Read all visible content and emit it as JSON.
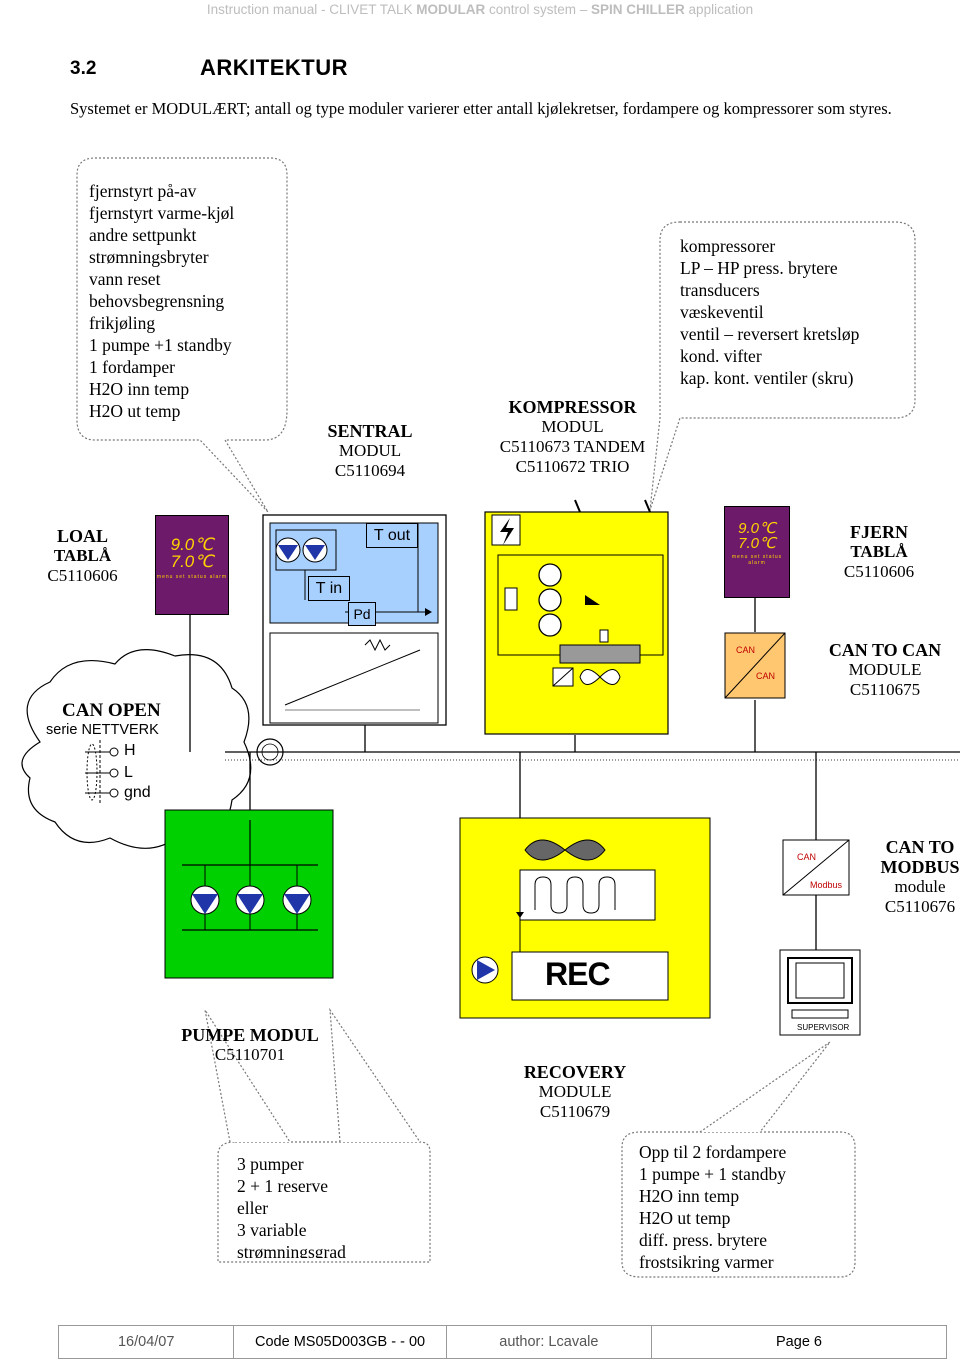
{
  "header": {
    "part1": "Instruction manual - CLIVET TALK ",
    "bold1": "MODULAR",
    "part2": " control system – ",
    "bold2": "SPIN CHILLER",
    "part3": " application"
  },
  "section": {
    "number": "3.2",
    "title": "ARKITEKTUR"
  },
  "intro": "Systemet er MODULÆRT; antall og type moduler varierer etter antall kjølekretser, fordampere og kompressorer som styres.",
  "bubbles": {
    "central_features": [
      "fjernstyrt på-av",
      "fjernstyrt varme-kjøl",
      "andre settpunkt",
      "strømningsbryter",
      "vann reset",
      "behovsbegrensning",
      "frikjøling",
      "1 pumpe +1 standby",
      "1 fordamper",
      "H2O inn temp",
      "H2O ut temp"
    ],
    "compressor_features": [
      "kompressorer",
      "LP – HP press. brytere",
      "transducers",
      "væskeventil",
      "ventil – reversert kretsløp",
      "kond. vifter",
      "kap. kont. ventiler (skru)"
    ],
    "pump_features": [
      "3 pumper",
      "2 + 1 reserve",
      "eller",
      "3 variable",
      "strømningsgrad"
    ],
    "recovery_features": [
      "Opp til 2 fordampere",
      "1 pumpe + 1 standby",
      "H2O inn temp",
      "H2O ut temp",
      "diff. press. brytere",
      "frostsikring varmer"
    ]
  },
  "modules": {
    "sentral": {
      "l1": "SENTRAL",
      "l2": "MODUL",
      "l3": "C5110694"
    },
    "kompressor": {
      "l1": "KOMPRESSOR",
      "l2": "MODUL",
      "l3": "C5110673 TANDEM",
      "l4": "C5110672 TRIO"
    },
    "local_panel": {
      "l1": "LOAL",
      "l2": "TABLÅ",
      "l3": "C5110606"
    },
    "remote_panel": {
      "l1": "FJERN",
      "l2": "TABLÅ",
      "l3": "C5110606"
    },
    "can_to_can": {
      "l1": "CAN TO CAN",
      "l2": "MODULE",
      "l3": "C5110675"
    },
    "can_to_modbus": {
      "l1": "CAN TO",
      "l2": "MODBUS",
      "l3": "module",
      "l4": "C5110676"
    },
    "pump": {
      "l1": "PUMPE MODUL",
      "l2": "C5110701"
    },
    "recovery": {
      "l1": "RECOVERY",
      "l2": "MODULE",
      "l3": "C5110679"
    }
  },
  "display": {
    "line1": "9.0℃",
    "line2": "7.0℃",
    "menu": "menu set status alarm"
  },
  "labels": {
    "t_out": "T out",
    "t_in": "T in",
    "pd": "Pd",
    "can": "CAN",
    "modbus": "Modbus",
    "rec": "REC",
    "supervisor": "SUPERVISOR"
  },
  "can_open": {
    "title": "CAN OPEN",
    "subtitle": "serie NETTVERK",
    "h": "H",
    "l": "L",
    "gnd": "gnd"
  },
  "footer": {
    "date": "16/04/07",
    "code": "Code MS05D003GB - - 00",
    "author": "author: Lcavale",
    "page": "Page 6"
  },
  "colors": {
    "central_fill": "#a8d0ff",
    "compressor_fill": "#ffff00",
    "pump_fill": "#00d000",
    "recovery_fill": "#ffff00",
    "lcd_fill": "#6e1a6b",
    "can_module_fill": "#ffc870",
    "pump_symbol": "#1f35a8"
  }
}
